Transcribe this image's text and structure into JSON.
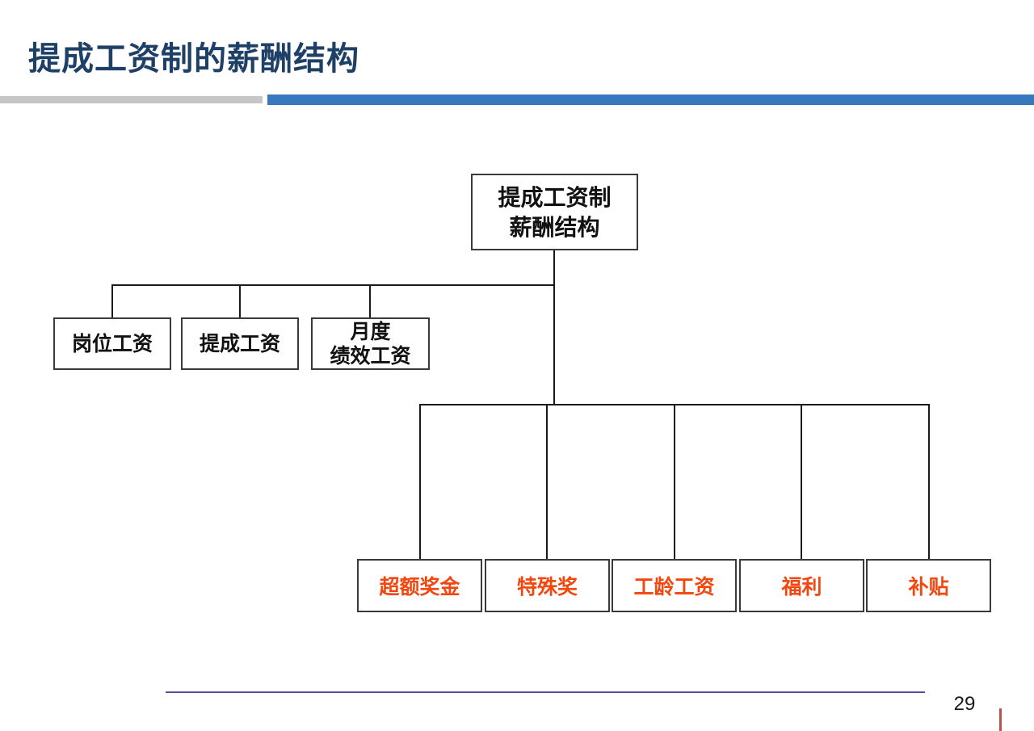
{
  "header": {
    "title": "提成工资制的薪酬结构"
  },
  "diagram": {
    "root": {
      "label": "提成工资制\n薪酬结构"
    },
    "left_nodes": [
      {
        "label": "岗位工资"
      },
      {
        "label": "提成工资"
      },
      {
        "label": "月度\n绩效工资"
      }
    ],
    "bottom_nodes": [
      {
        "label": "超额奖金"
      },
      {
        "label": "特殊奖"
      },
      {
        "label": "工龄工资"
      },
      {
        "label": "福利"
      },
      {
        "label": "补贴"
      }
    ]
  },
  "footer": {
    "page_number": "29"
  },
  "colors": {
    "title": "#1e3f66",
    "divider_gray": "#c6c6c6",
    "divider_blue": "#3879bd",
    "node_border": "#3a3a3a",
    "connector": "#1a1a1a",
    "bottom_node_text": "#f2470f",
    "footer_line": "#4f4f9a",
    "footer_tick": "#b85450"
  }
}
